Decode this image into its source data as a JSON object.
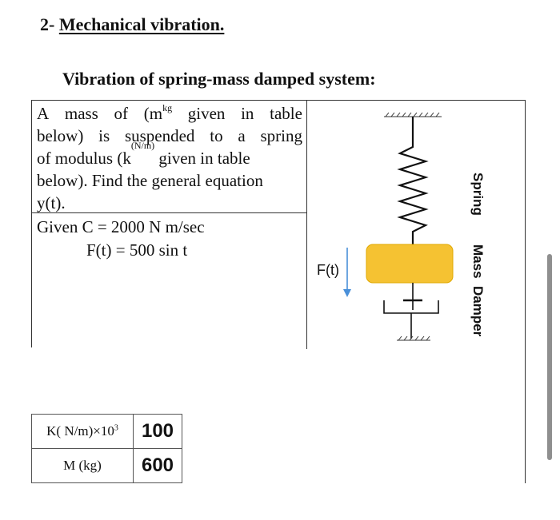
{
  "header": {
    "number": "2-",
    "title": "Mechanical vibration.",
    "subtitle": "Vibration of spring-mass damped system:"
  },
  "problem": {
    "line1": [
      "A",
      "mass",
      "of",
      "(m",
      "given",
      "in",
      "table"
    ],
    "line1_sup": "kg",
    "line2": [
      "below)",
      "is",
      "suspended",
      "to",
      "a",
      "spring"
    ],
    "line3_pre": "of modulus (k",
    "line3_sup": "(N/m)",
    "line3_post": " given in table",
    "line4": "below). Find the general equation",
    "line5": "y(t).",
    "given": "Given C = 2000 N m/sec",
    "force": "F(t) = 500 sin t"
  },
  "table": {
    "rows": [
      {
        "label_pre": "K( N/m)×10",
        "label_sup": "3",
        "value": "100"
      },
      {
        "label_pre": "M (kg)",
        "label_sup": "",
        "value": "600"
      }
    ]
  },
  "figure": {
    "force_label": "F(t)",
    "spring_label": "Spring",
    "mass_damper_label": "Mass  Damper",
    "mass_color": "#F5C232",
    "arrow_color": "#4a90d9"
  },
  "scrollbar_color": "#8f8f8f"
}
